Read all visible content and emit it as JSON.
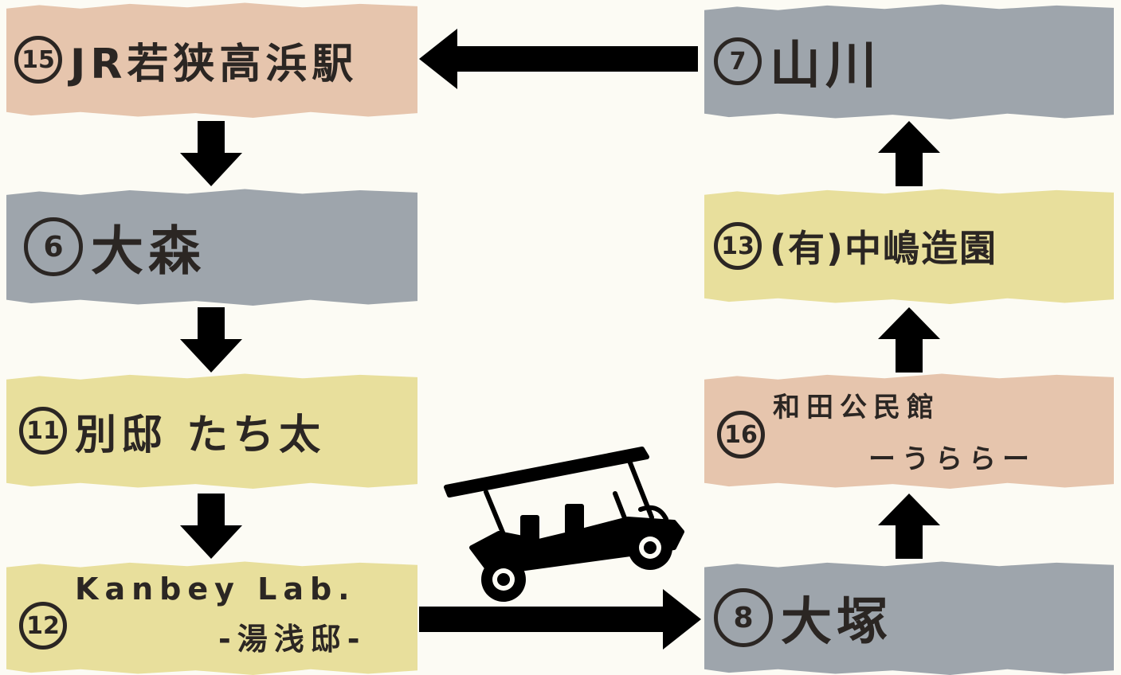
{
  "nodes": {
    "n15": {
      "num": "15",
      "label": "JR若狭高浜駅"
    },
    "n6": {
      "num": "6",
      "label": "大森"
    },
    "n11": {
      "num": "11",
      "label": "別邸 たち太"
    },
    "n12": {
      "num": "12",
      "line1": "Kanbey Lab.",
      "line2": "-湯浅邸-"
    },
    "n7": {
      "num": "7",
      "label": "山川"
    },
    "n13": {
      "num": "13",
      "label": "(有)中嶋造園"
    },
    "n16": {
      "num": "16",
      "line1": "和田公民館",
      "line2": "ーうららー"
    },
    "n8": {
      "num": "8",
      "label": "大塚"
    }
  },
  "colors": {
    "peach": "#e6c5ad",
    "gray": "#9ea5ac",
    "yellow": "#e8df9c",
    "arrow": "#000000"
  },
  "icons": {
    "vehicle": "golf-cart-icon"
  }
}
